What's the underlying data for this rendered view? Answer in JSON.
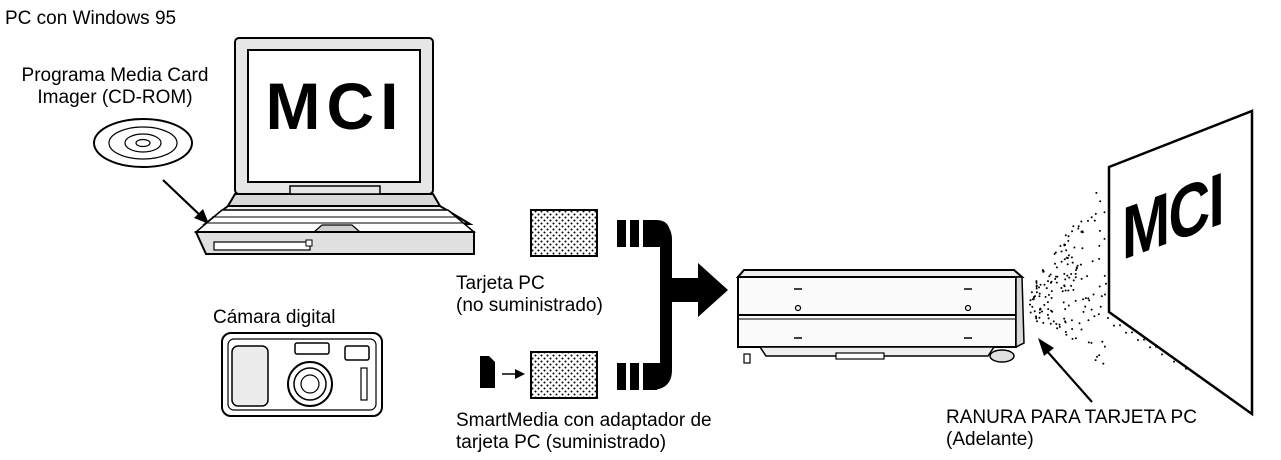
{
  "labels": {
    "pc_os": "PC con Windows 95",
    "software_line1": "Programa Media Card",
    "software_line2": "Imager (CD-ROM)",
    "camera": "Cámara digital",
    "pc_card_line1": "Tarjeta PC",
    "pc_card_line2": "(no suministrado)",
    "smartmedia_line1": "SmartMedia con adaptador de",
    "smartmedia_line2": "tarjeta PC (suministrado)",
    "slot_line1": "RANURA PARA TARJETA PC",
    "slot_line2": "(Adelante)"
  },
  "screen_text": {
    "laptop": "MCI",
    "projection": "MCI"
  }
}
